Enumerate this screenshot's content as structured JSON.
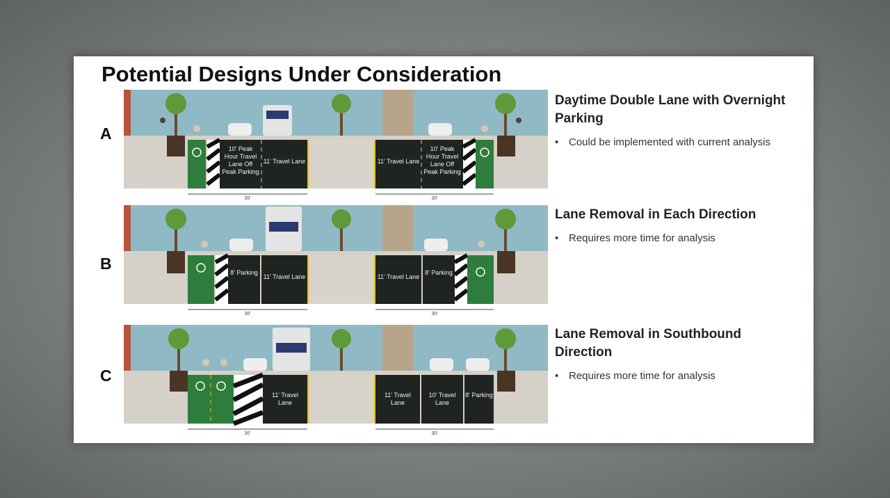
{
  "slide": {
    "title": "Potential Designs Under Consideration"
  },
  "designs": [
    {
      "letter": "A",
      "heading": "Daytime Double Lane with Overnight Parking",
      "bullets": [
        "Could be implemented with current analysis"
      ],
      "left_lanes": [
        "10' Peak Hour Travel Lane Off Peak Parking",
        "11' Travel Lane"
      ],
      "right_lanes": [
        "11' Travel Lane",
        "10' Peak Hour Travel Lane Off Peak Parking"
      ],
      "left_width": "30'",
      "right_width": "30'"
    },
    {
      "letter": "B",
      "heading": "Lane Removal in Each Direction",
      "bullets": [
        "Requires more time for analysis"
      ],
      "left_lanes": [
        "8' Parking",
        "11' Travel Lane"
      ],
      "right_lanes": [
        "11' Travel Lane",
        "8' Parking"
      ],
      "left_width": "30'",
      "right_width": "30'"
    },
    {
      "letter": "C",
      "heading": "Lane Removal in Southbound Direction",
      "bullets": [
        "Requires more time for analysis"
      ],
      "left_lanes": [
        "11' Travel Lane"
      ],
      "right_lanes": [
        "11' Travel Lane",
        "10' Travel Lane",
        "8' Parking"
      ],
      "left_width": "30'",
      "right_width": "30'"
    }
  ],
  "colors": {
    "sky": "#8fb9c4",
    "asphalt": "#1f2420",
    "bike_lane": "#2e7d3c",
    "sidewalk": "#d5d1c9",
    "median": "#d8d4cc",
    "yellow_line": "#e8c020"
  }
}
